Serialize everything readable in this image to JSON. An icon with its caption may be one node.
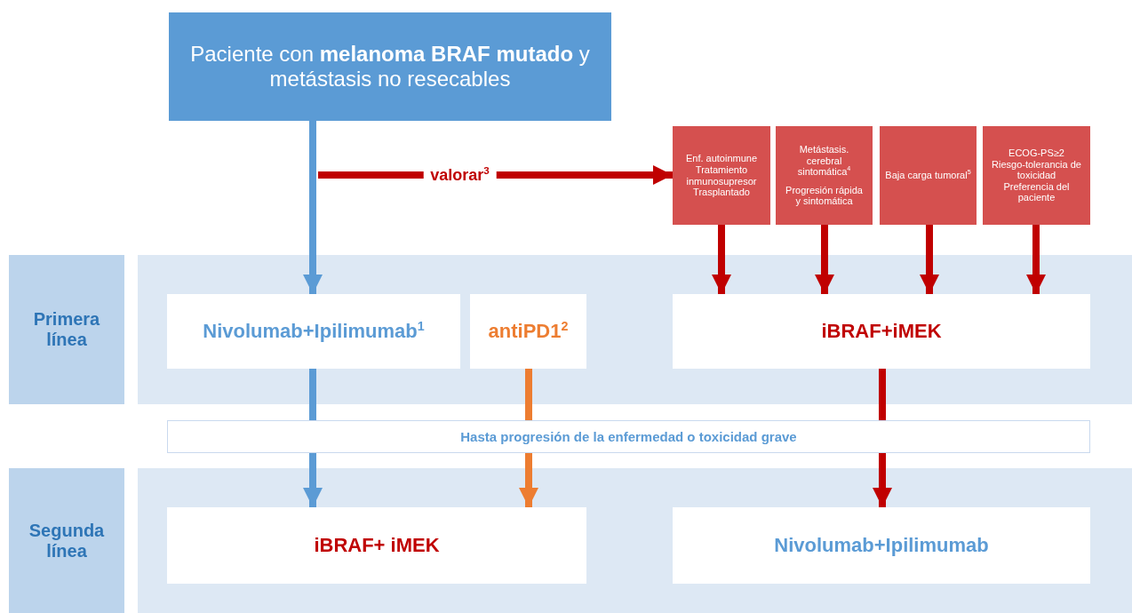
{
  "diagram": {
    "nodes": [
      {
        "text": [
          "Paciente con **melanoma BRAF mutado** y metástasis no resecables"
        ]
      },
      {
        "text": [
          "Primera línea"
        ]
      },
      {
        "text": [
          "Nivolumab+Ipilimumab$^{1}$"
        ]
      },
      {
        "text": [
          "antiPD1$^{2}$"
        ]
      },
      {
        "text": [
          "iBRAF+iMEK"
        ]
      },
      {
        "text": [
          "Enf. autoinmune",
          "Tratamiento inmunosupresor",
          "Trasplantado"
        ]
      },
      {
        "text": [
          "Metástasis. cerebral sintomática$^{4}$",
          "Progresión rápida y sintomática"
        ]
      },
      {
        "text": [
          "Baja carga tumoral$^{5}$"
        ]
      },
      {
        "text": [
          "ECOG-PS≥2",
          "Riesgo-tolerancia de toxicidad",
          "Preferencia del paciente"
        ]
      },
      {
        "text": [
          "Segunda línea"
        ]
      },
      {
        "text": [
          "iBRAF+ iMEK"
        ]
      },
      {
        "text": [
          "Nivolumab+Ipilimumab"
        ]
      }
    ],
    "edges": [
      {
        "from": 0,
        "to": 2,
        "arrow": "to",
        "color": "#5b9bd5"
      },
      {
        "from": null,
        "to": 5,
        "arrow": "to",
        "label": "valorar$^{3}$"
      },
      {
        "from": 5,
        "to": 4,
        "arrow": "to"
      },
      {
        "from": 6,
        "to": 4,
        "arrow": "to"
      },
      {
        "from": 7,
        "to": 4,
        "arrow": "to"
      },
      {
        "from": 8,
        "to": 4,
        "arrow": "to"
      },
      {
        "from": 2,
        "to": 10,
        "arrow": "to",
        "color": "#5b9bd5"
      },
      {
        "from": 3,
        "to": 10,
        "arrow": "to",
        "color": "#ed7d31"
      },
      {
        "from": 4,
        "to": 11,
        "arrow": "to"
      }
    ],
    "labels": [
      "Hasta progresión de la enfermedad o toxicidad grave"
    ]
  }
}
